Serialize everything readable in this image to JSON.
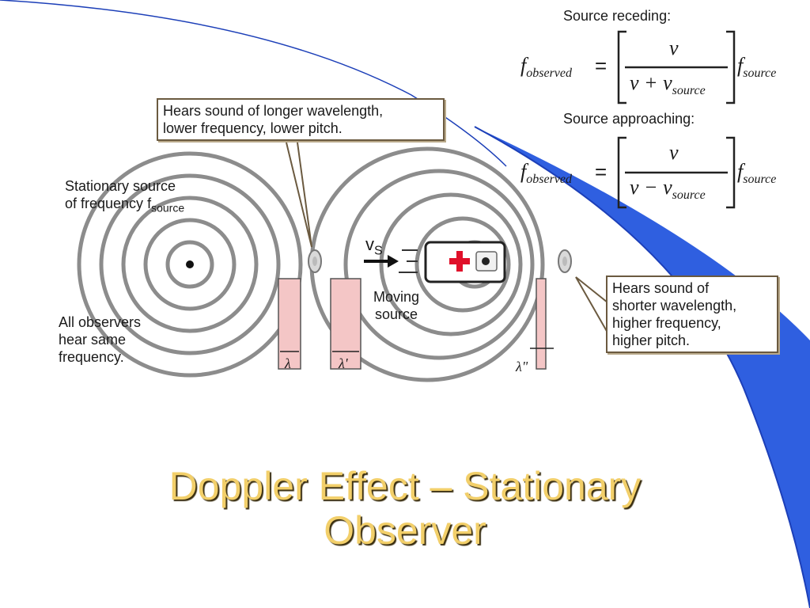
{
  "slide": {
    "title_line1": "Doppler Effect – Stationary",
    "title_line2": "Observer",
    "colors": {
      "title": "#f2cf6a",
      "accent_blue": "#2f5fe0",
      "wave": "#8c8c8c",
      "lambda_fill": "#f4c6c6"
    }
  },
  "diagram": {
    "callout_top": "Hears sound of longer wavelength,\nlower frequency, lower pitch.",
    "callout_right": "Hears sound of\nshorter wavelength,\nhigher frequency,\nhigher pitch.",
    "stationary_label_line1": "Stationary source",
    "stationary_label_line2": "of frequency f",
    "stationary_label_sub": "source",
    "all_observers": "All observers\nhear same\nfrequency.",
    "moving_label": "Moving\nsource",
    "vs_label": "v",
    "vs_sub": "S",
    "lambda_1": "λ",
    "lambda_2": "λ'",
    "lambda_3": "λ\"",
    "ambulance_icon": "ambulance-icon"
  },
  "equations": {
    "receding_heading": "Source receding:",
    "approaching_heading": "Source approaching:",
    "f": "f",
    "observed": "observed",
    "source": "source",
    "equals": "=",
    "v": "v",
    "receding_denominator": "v + v",
    "approaching_denominator": "v − v"
  }
}
